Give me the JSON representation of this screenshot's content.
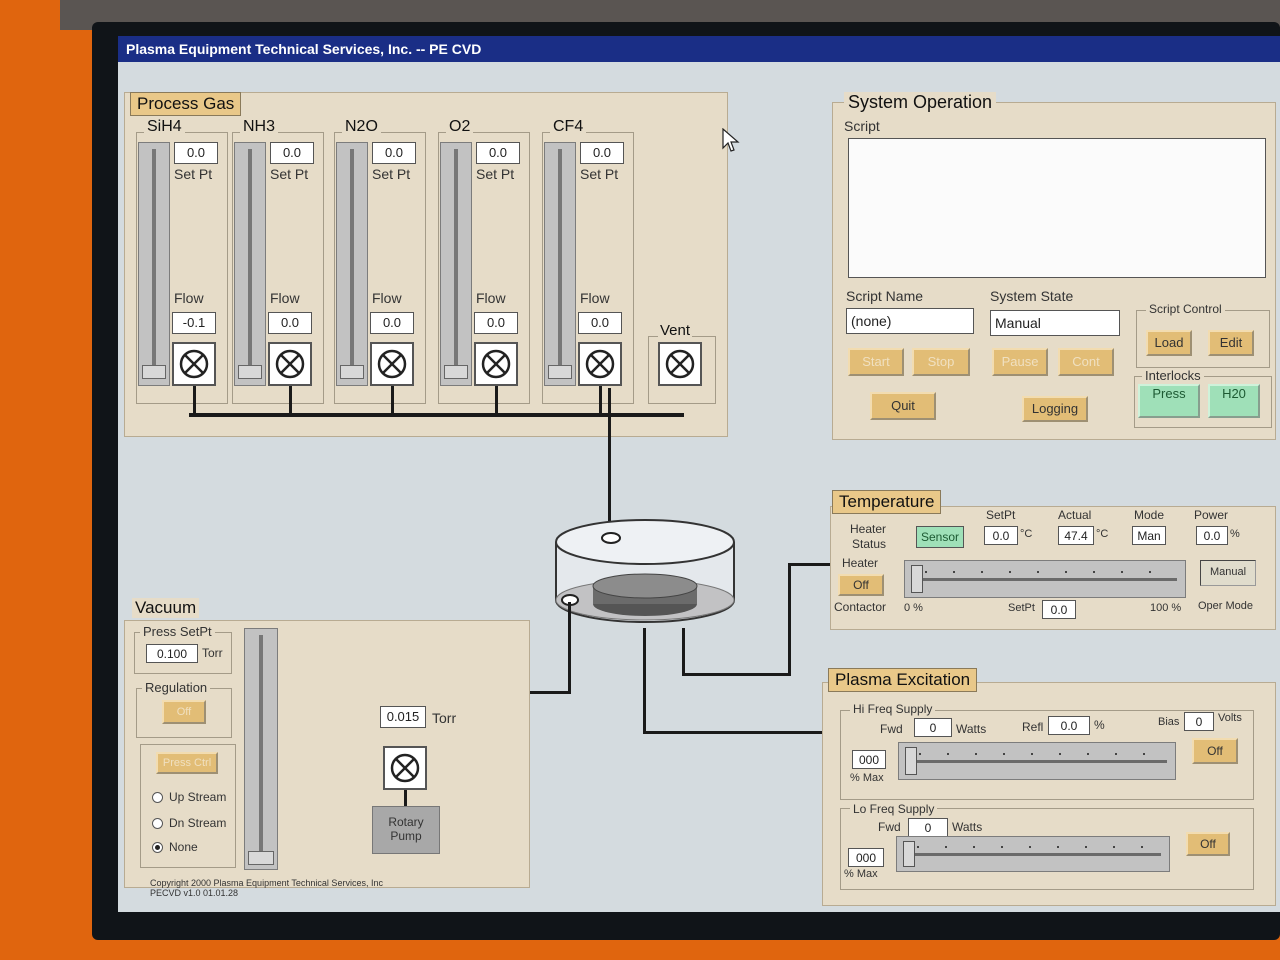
{
  "window": {
    "title": "Plasma Equipment Technical Services, Inc.  -- PE CVD"
  },
  "process_gas": {
    "title": "Process Gas",
    "setpoint_label": "Set Pt",
    "flow_label": "Flow",
    "channels": [
      {
        "name": "SiH4",
        "setpoint": "0.0",
        "flow": "-0.1"
      },
      {
        "name": "NH3",
        "setpoint": "0.0",
        "flow": "0.0"
      },
      {
        "name": "N2O",
        "setpoint": "0.0",
        "flow": "0.0"
      },
      {
        "name": "O2",
        "setpoint": "0.0",
        "flow": "0.0"
      },
      {
        "name": "CF4",
        "setpoint": "0.0",
        "flow": "0.0"
      }
    ],
    "vent_label": "Vent"
  },
  "system_operation": {
    "title": "System Operation",
    "script_label": "Script",
    "script_text": "",
    "script_name_label": "Script Name",
    "script_name": "(none)",
    "system_state_label": "System State",
    "system_state": "Manual",
    "script_control_label": "Script Control",
    "load": "Load",
    "edit": "Edit",
    "start": "Start",
    "stop": "Stop",
    "pause": "Pause",
    "cont": "Cont",
    "quit": "Quit",
    "logging": "Logging",
    "interlocks_label": "Interlocks",
    "press": "Press",
    "h2o": "H20"
  },
  "temperature": {
    "title": "Temperature",
    "heater_status_label": "Heater\nStatus",
    "heater_status": "Sensor",
    "setpt_label": "SetPt",
    "setpt": "0.0",
    "actual_label": "Actual",
    "actual": "47.4",
    "unit_c": "°C",
    "mode_label": "Mode",
    "mode": "Man",
    "power_label": "Power",
    "power": "0.0",
    "power_unit": "%",
    "heater_label": "Heater",
    "heater_btn": "Off",
    "contactor_label": "Contactor",
    "min_label": "0 %",
    "slider_setpt_label": "SetPt",
    "slider_setpt": "0.0",
    "max_label": "100 %",
    "oper_mode_btn": "Manual",
    "oper_mode_label": "Oper Mode"
  },
  "plasma": {
    "title": "Plasma Excitation",
    "hi_label": "Hi Freq Supply",
    "fwd_label": "Fwd",
    "hi_fwd": "0",
    "watts": "Watts",
    "refl_label": "Refl",
    "hi_refl": "0.0",
    "pct": "%",
    "bias_label": "Bias",
    "bias": "0",
    "volts": "Volts",
    "hi_max": "000",
    "max_label": "% Max",
    "hi_btn": "Off",
    "lo_label": "Lo Freq Supply",
    "lo_fwd": "0",
    "lo_max": "000",
    "lo_btn": "Off"
  },
  "vacuum": {
    "title": "Vacuum",
    "press_setpt_label": "Press SetPt",
    "press_setpt": "0.100",
    "torr": "Torr",
    "regulation_label": "Regulation",
    "regulation_btn": "Off",
    "press_ctrl_btn": "Press Ctrl",
    "up_stream": "Up Stream",
    "dn_stream": "Dn Stream",
    "none": "None",
    "pressure": "0.015",
    "pump_label": "Rotary\nPump"
  },
  "copyright": {
    "line1": "Copyright 2000 Plasma Equipment Technical Services, Inc",
    "line2": "PECVD v1.0  01.01.28"
  },
  "colors": {
    "panel": "#e6dcc8",
    "title_tag": "#e9c889",
    "button": "#e2bd76",
    "interlock": "#9fe0b8",
    "titlebar": "#1a2e86"
  }
}
